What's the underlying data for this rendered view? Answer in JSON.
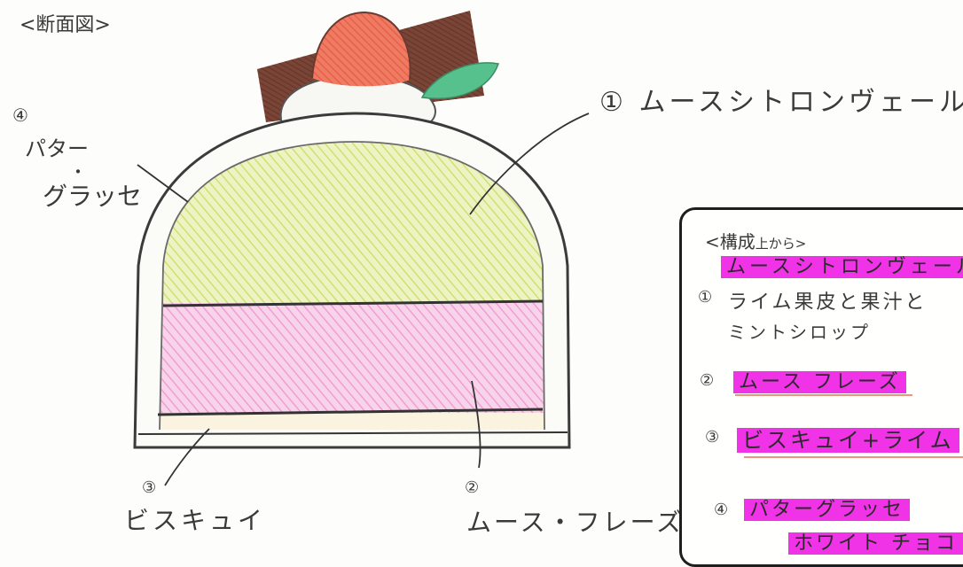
{
  "sketch_title": "<断面図>",
  "labels": {
    "layer1_num": "①",
    "layer1_name": "ムースシトロンヴェール",
    "layer2_num": "②",
    "layer2_name": "ムース・フレーズ",
    "layer3_num": "③",
    "layer3_name": "ビスキュイ",
    "layer4_num": "④",
    "layer4_name_a": "パター",
    "layer4_dot": "・",
    "layer4_name_b": "グラッセ"
  },
  "composition_box": {
    "heading": "<構成",
    "heading_small": "上から>",
    "item1_highlight": "ムースシトロンヴェール",
    "item1_num": "①",
    "item1_line1": "ライム果皮と果汁と",
    "item1_line2": "ミントシロップ",
    "item2_num": "②",
    "item2_highlight": "ムース フレーズ",
    "item3_num": "③",
    "item3_highlight": "ビスキュイ+ライム",
    "item4_num": "④",
    "item4_highlight": "パターグラッセ",
    "item4_sub_highlight": "ホワイト チョコ"
  },
  "colors": {
    "lime_layer": "#d6e57a",
    "pink_layer": "#f199d2",
    "biscuit_layer": "#f6ecd0",
    "strawberry": "#e5604a",
    "chocolate": "#6b3a2e",
    "leaf": "#4fb983",
    "highlighter": "#f033e6",
    "pencil": "#3a3a3a"
  }
}
